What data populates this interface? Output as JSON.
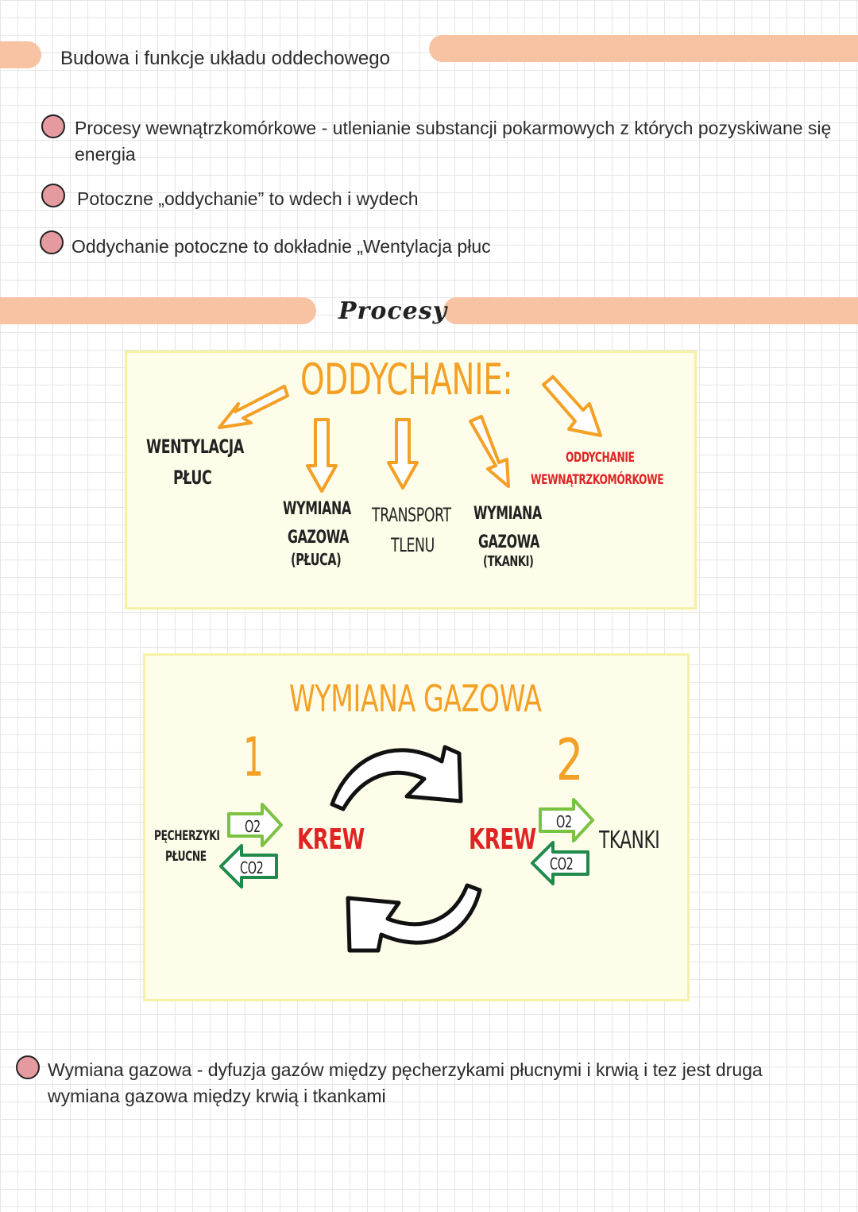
{
  "header": {
    "title": "Budowa i funkcje układu oddechowego"
  },
  "bullets": [
    "Procesy wewnątrzkomórkowe - utlenianie substancji pokarmowych z których pozyskiwane się energia",
    "Potoczne „oddychanie” to wdech i wydech",
    "Oddychanie potoczne to dokładnie „Wentylacja płuc"
  ],
  "section": {
    "title": "Procesy"
  },
  "diagram1": {
    "title": "ODDYCHANIE:",
    "wentylacja_line1": "WENTYLACJA",
    "wentylacja_line2": "PŁUC",
    "wymiana1_line1": "WYMIANA",
    "wymiana1_line2": "GAZOWA",
    "wymiana1_line3": "(PŁUCA)",
    "transport_line1": "TRANSPORT",
    "transport_line2": "TLENU",
    "wymiana2_line1": "WYMIANA",
    "wymiana2_line2": "GAZOWA",
    "wymiana2_line3": "(TKANKI)",
    "wewn_line1": "ODDYCHANIE",
    "wewn_line2": "WEWNĄTRZKOMÓRKOWE"
  },
  "diagram2": {
    "title": "WYMIANA GAZOWA",
    "num1": "1",
    "num2": "2",
    "left_label_line1": "PĘCHERZYKI",
    "left_label_line2": "PŁUCNE",
    "krew_left": "KREW",
    "krew_right": "KREW",
    "right_label": "TKANKI",
    "o2": "O2",
    "co2": "CO2"
  },
  "footer": {
    "text_line1": "Wymiana gazowa - dyfuzja gazów między pęcherzykami płucnymi i krwią i tez jest druga",
    "text_line2": "wymiana gazowa między krwią i tkankami"
  },
  "colors": {
    "accent_bar": "#f7c3a3",
    "bullet": "#e59a9f",
    "orange": "#f4a024",
    "red": "#e02424",
    "green_light": "#7cc242",
    "green_dark": "#1f8a4c"
  }
}
